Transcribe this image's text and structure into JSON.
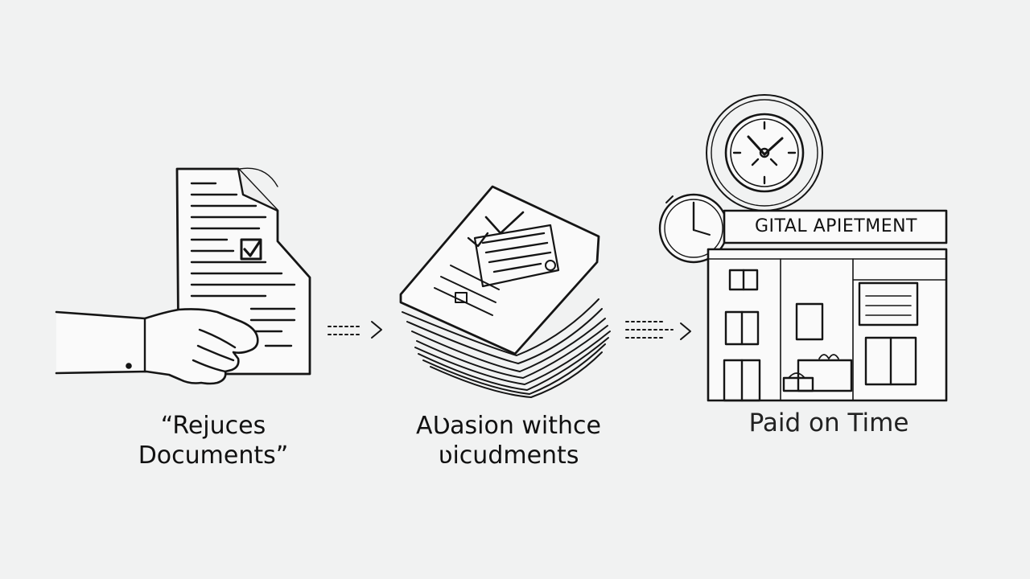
{
  "steps": [
    {
      "caption_line1": "“Rejuces",
      "caption_line2": "Documents”"
    },
    {
      "caption_line1": "AƲasion withce",
      "caption_line2": "ʋicudments"
    },
    {
      "caption_line1": "Paid on Time",
      "caption_line2": ""
    }
  ],
  "building": {
    "sign": "GITAL APIETMENT"
  },
  "icons": [
    "hand-icon",
    "document-icon",
    "checkbox-icon",
    "paper-stack-icon",
    "clock-icon",
    "stopwatch-icon",
    "building-icon",
    "arrow-icon"
  ]
}
